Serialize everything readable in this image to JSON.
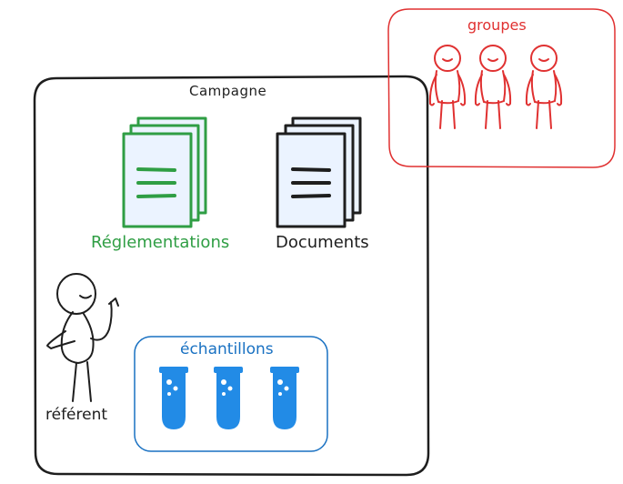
{
  "campagne": {
    "title": "Campagne",
    "stroke": "#1e1e1e"
  },
  "reglementations": {
    "label": "Réglementations",
    "color": "#2f9e44",
    "fill": "#ebf3ff"
  },
  "documents": {
    "label": "Documents",
    "color": "#1e1e1e",
    "fill": "#ebf3ff"
  },
  "groupes": {
    "label": "groupes",
    "color": "#e03131"
  },
  "echantillons": {
    "label": "échantillons",
    "color": "#1971c2",
    "tube_color": "#228be6"
  },
  "referent": {
    "label": "référent",
    "color": "#1e1e1e"
  },
  "icons": [
    "document-stack-icon",
    "person-icon",
    "test-tube-icon"
  ]
}
